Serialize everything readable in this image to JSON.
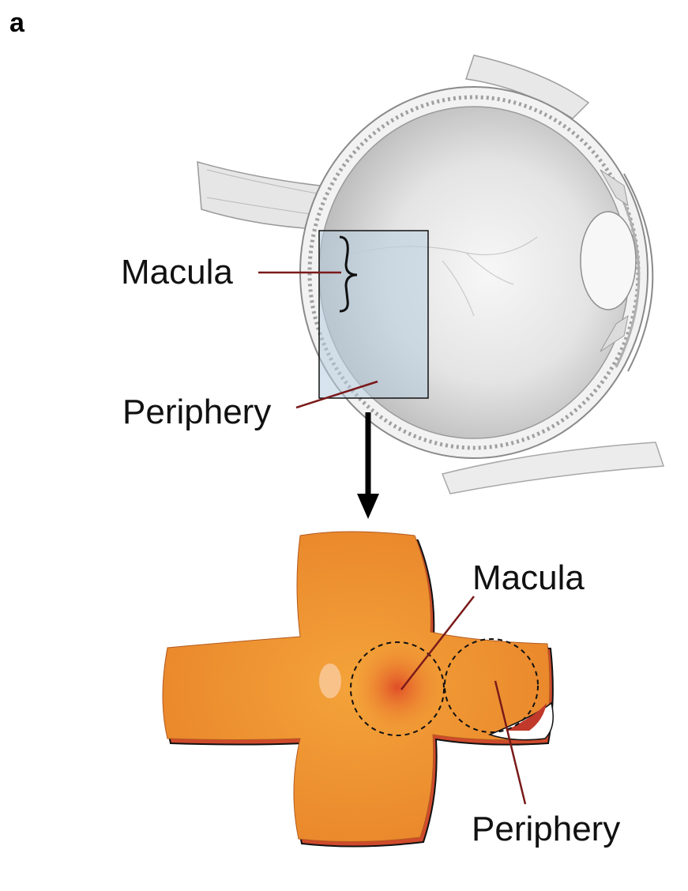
{
  "panel_letter": "a",
  "top_diagram": {
    "macula_label": "Macula",
    "periphery_label": "Periphery"
  },
  "bottom_diagram": {
    "macula_label": "Macula",
    "periphery_label": "Periphery"
  },
  "colors": {
    "retina_orange": "#f0922a",
    "retina_edge_red": "#c0392b",
    "leader_line": "#7a1a1a",
    "selection_box": "#b7cde0",
    "arrow": "#000000"
  }
}
